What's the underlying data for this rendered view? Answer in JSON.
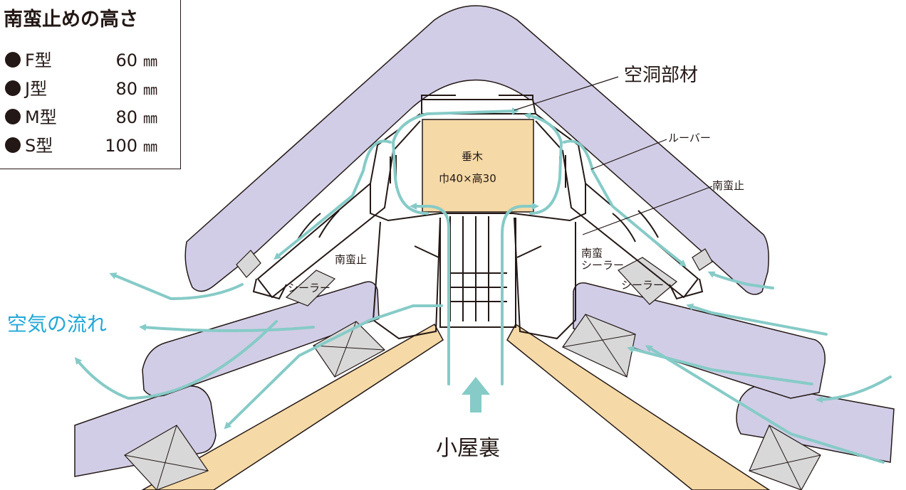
{
  "legend": {
    "title": "南蛮止めの高さ",
    "rows": [
      {
        "type": "F型",
        "value": "60",
        "unit": "㎜"
      },
      {
        "type": "J型",
        "value": "80",
        "unit": "㎜"
      },
      {
        "type": "M型",
        "value": "80",
        "unit": "㎜"
      },
      {
        "type": "S型",
        "value": "100",
        "unit": "㎜"
      }
    ]
  },
  "labels": {
    "hollow_member": "空洞部材",
    "louver": "ルーバー",
    "nanban_stop_right": "南蛮止",
    "nanban_stop_left": "南蛮止",
    "nanban_sealer_line1": "南蛮",
    "nanban_sealer_line2": "シーラー",
    "sealer_left": "シーラー",
    "sealer_right": "シーラー",
    "rafter_line1": "垂木",
    "rafter_line2": "巾40×高30",
    "air_flow": "空気の流れ",
    "attic": "小屋裏"
  },
  "colors": {
    "tile": "#d1cde6",
    "rafter": "#f5d9a6",
    "airflow": "#86cbc7",
    "block": "#d8d8d8",
    "line": "#231815",
    "air_label": "#22a8d8"
  }
}
